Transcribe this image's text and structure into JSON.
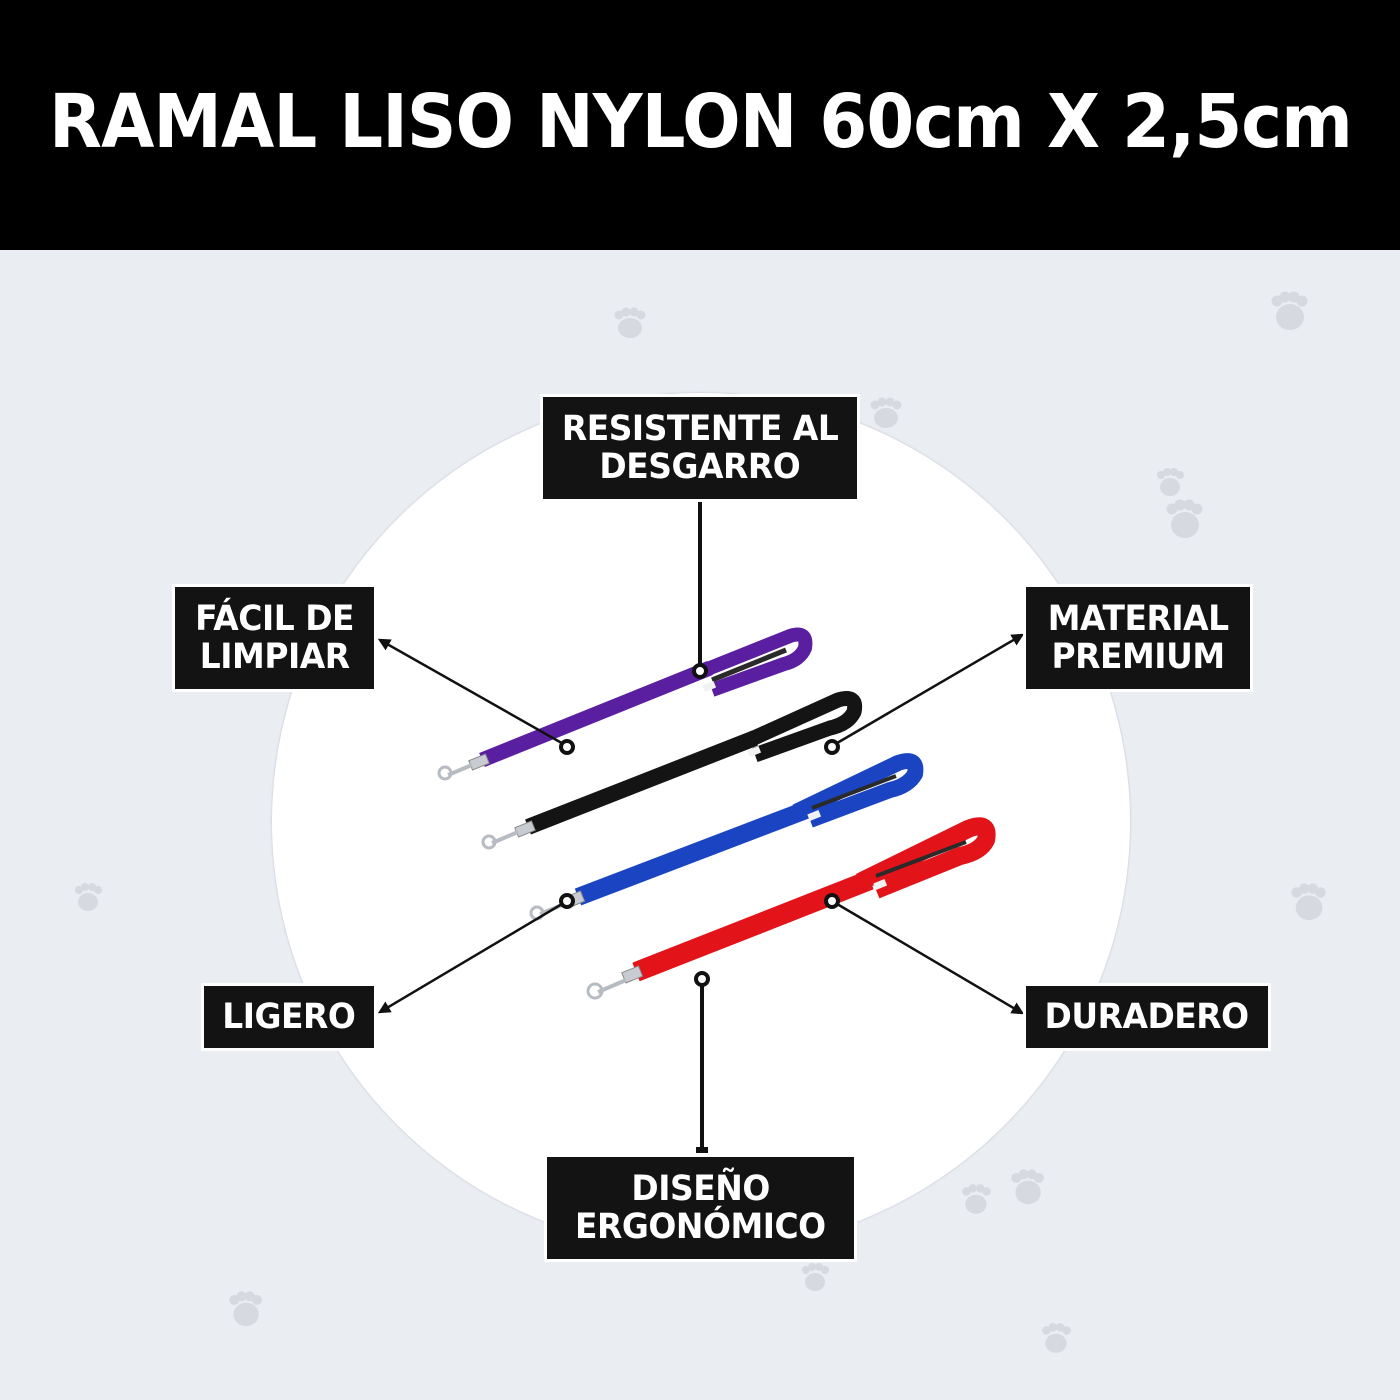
{
  "header": {
    "title": "RAMAL LISO NYLON 60cm X 2,5cm"
  },
  "colors": {
    "header_bg": "#000000",
    "page_bg": "#eaedf2",
    "circle_bg": "#ffffff",
    "label_bg": "#131313",
    "label_text": "#ffffff",
    "paw_color": "#d6d9e0",
    "leash_colors": [
      "#5a1fa0",
      "#141414",
      "#1a44c2",
      "#e3131a"
    ]
  },
  "features": {
    "top": {
      "line1": "RESISTENTE AL",
      "line2": "DESGARRO"
    },
    "upper_left": {
      "line1": "FÁCIL DE",
      "line2": "LIMPIAR"
    },
    "upper_right": {
      "line1": "MATERIAL",
      "line2": "PREMIUM"
    },
    "lower_left": {
      "line1": "LIGERO"
    },
    "lower_right": {
      "line1": "DURADERO"
    },
    "bottom": {
      "line1": "DISEÑO",
      "line2": "ERGONÓMICO"
    }
  },
  "product": {
    "leashes": [
      {
        "color_name": "purple"
      },
      {
        "color_name": "black"
      },
      {
        "color_name": "blue"
      },
      {
        "color_name": "red"
      }
    ]
  },
  "decorations": {
    "paw_icon": "paw-print-icon"
  }
}
